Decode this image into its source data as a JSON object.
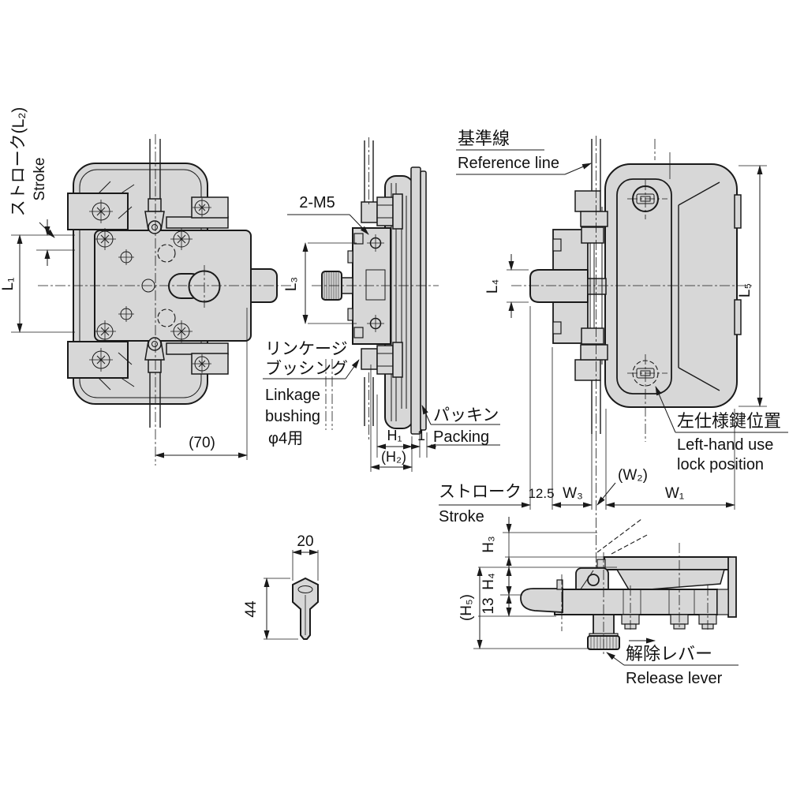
{
  "colors": {
    "part_fill": "#d7d7d7",
    "line": "#1a1a1a",
    "text": "#111111",
    "background": "#ffffff"
  },
  "views": {
    "front": {
      "stroke_jp": "ストローク(L₂)",
      "stroke_en": "Stroke",
      "dim_l1": "L₁",
      "dim_70": "(70)"
    },
    "side": {
      "screw_callout": "2-M5",
      "dim_l3": "L₃",
      "linkage_jp_line1": "リンケージ",
      "linkage_jp_line2": "ブッシング",
      "linkage_en_line1": "Linkage",
      "linkage_en_line2": "bushing",
      "linkage_en_line3": "φ4用",
      "packing_jp": "パッキン",
      "packing_en": "Packing",
      "dim_h1": "H₁",
      "dim_packing_thickness": "1",
      "dim_h2": "(H₂)"
    },
    "rear": {
      "reference_jp": "基準線",
      "reference_en": "Reference line",
      "dim_l4": "L₄",
      "dim_l5": "L₅",
      "lock_jp": "左仕様鍵位置",
      "lock_en_line1": "Left-hand use",
      "lock_en_line2": "lock position",
      "stroke_jp": "ストローク",
      "stroke_en": "Stroke",
      "dim_stroke": "12.5",
      "dim_w3": "W₃",
      "dim_w2": "(W₂)",
      "dim_w1": "W₁"
    },
    "handle_side": {
      "dim_h3": "H₃",
      "dim_h4": "H₄",
      "dim_13": "13",
      "dim_h5": "(H₅)",
      "release_jp": "解除レバー",
      "release_en": "Release lever"
    },
    "key": {
      "dim_width": "20",
      "dim_length": "44"
    }
  }
}
